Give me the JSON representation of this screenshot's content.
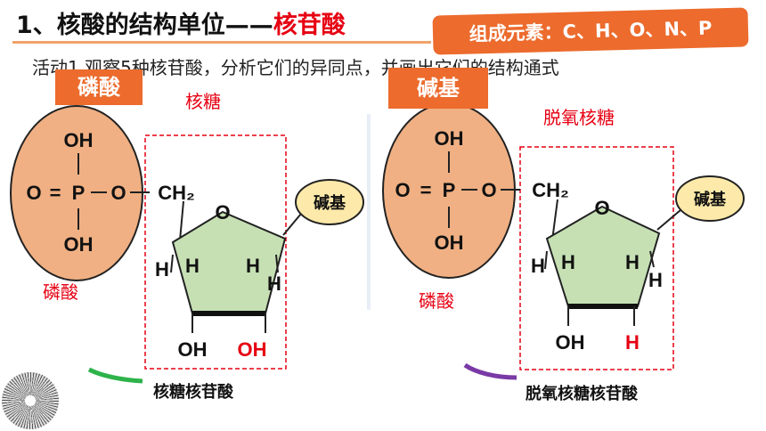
{
  "title": {
    "prefix": "1、核酸的结构单位——",
    "accent": "核苷酸"
  },
  "elements_box": "组成元素：C、H、O、N、P",
  "activity": "活动1  观察5种核苷酸，分析它们的异同点，并画出它们的结构通式",
  "tags": {
    "left": "磷酸",
    "right": "碱基"
  },
  "left": {
    "sugar_label": "核糖",
    "phosphate_label": "磷酸",
    "caption": "核糖核苷酸",
    "phosphate": {
      "oh_top": "OH",
      "oh_bottom": "OH",
      "o_left": "O",
      "eq": "=",
      "p": "P",
      "o_right": "O",
      "ch2": "CH₂"
    },
    "base": "碱基",
    "ring_o": "O",
    "h_left_outer": "H",
    "h_left_inner": "H",
    "h_right_inner": "H",
    "h_right_outer": "H",
    "oh_3": "OH",
    "oh_2": "OH"
  },
  "right": {
    "sugar_label": "脱氧核糖",
    "phosphate_label": "磷酸",
    "caption": "脱氧核糖核苷酸",
    "phosphate": {
      "oh_top": "OH",
      "oh_bottom": "OH",
      "o_left": "O",
      "eq": "=",
      "p": "P",
      "o_right": "O",
      "ch2": "CH₂"
    },
    "base": "碱基",
    "ring_o": "O",
    "h_left_outer": "H",
    "h_left_inner": "H",
    "h_right_inner": "H",
    "h_right_outer": "H",
    "oh_3": "OH",
    "h_2": "H"
  },
  "colors": {
    "orange": "#ec6b2d",
    "red": "#e60012",
    "phosphate_fill": "#f0b083",
    "sugar_fill": "#c6e0b4",
    "base_fill": "#fde9a9"
  }
}
